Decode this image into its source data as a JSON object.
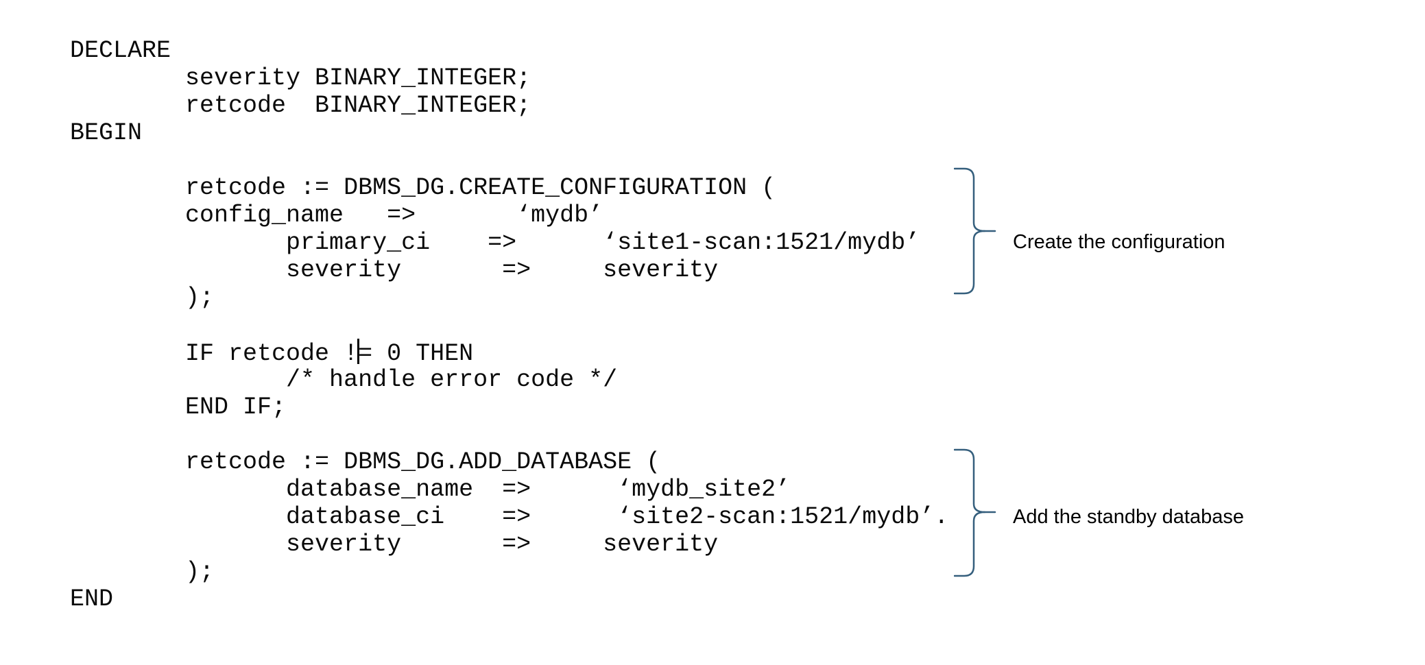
{
  "document": {
    "code": {
      "lines": [
        "DECLARE",
        "        severity BINARY_INTEGER;",
        "        retcode  BINARY_INTEGER;",
        "BEGIN",
        "",
        "        retcode := DBMS_DG.CREATE_CONFIGURATION (",
        "        config_name   =>       ‘mydb’",
        "               primary_ci    =>      ‘site1-scan:1521/mydb’",
        "               severity       =>     severity",
        "        );",
        "",
        "        IF retcode != 0 THEN",
        "               /* handle error code */",
        "        END IF;",
        "",
        "        retcode := DBMS_DG.ADD_DATABASE (",
        "               database_name  =>      ‘mydb_site2’",
        "               database_ci    =>      ‘site2-scan:1521/mydb’.",
        "               severity       =>     severity",
        "        );",
        "END"
      ],
      "cursor": {
        "line_index": 11,
        "char_index": 20
      }
    },
    "annotations": [
      {
        "label": "Create the configuration"
      },
      {
        "label": "Add the standby database"
      }
    ]
  },
  "colors": {
    "background": "#ffffff",
    "code_text": "#0a0a0a",
    "annotation_text": "#000000",
    "brace": "#355f7d"
  }
}
